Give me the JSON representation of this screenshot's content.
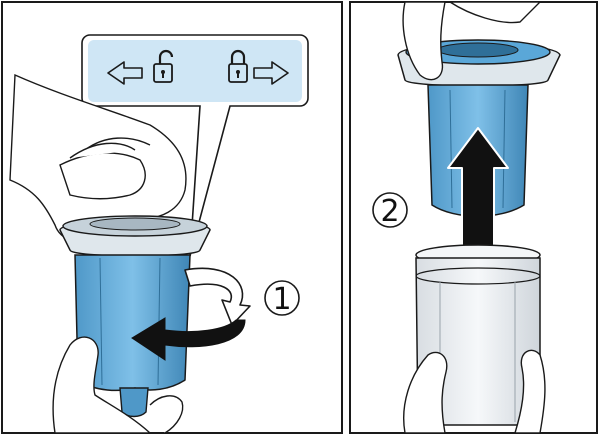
{
  "panels": [
    {
      "step": "1",
      "label_step": "1"
    },
    {
      "step": "2",
      "label_step": "2"
    }
  ],
  "colors": {
    "filter_blue": "#5aa7d8",
    "filter_blue_dark": "#2f6f98",
    "callout_blue": "#cfe6f5",
    "arrow_dark": "#111111",
    "outline": "#1a1a1a",
    "container_gray": "#eef0f2"
  },
  "icons": [
    "arrow-left-icon",
    "unlock-icon",
    "lock-icon",
    "arrow-right-icon",
    "rotate-arrow-icon",
    "lift-arrow-icon"
  ]
}
